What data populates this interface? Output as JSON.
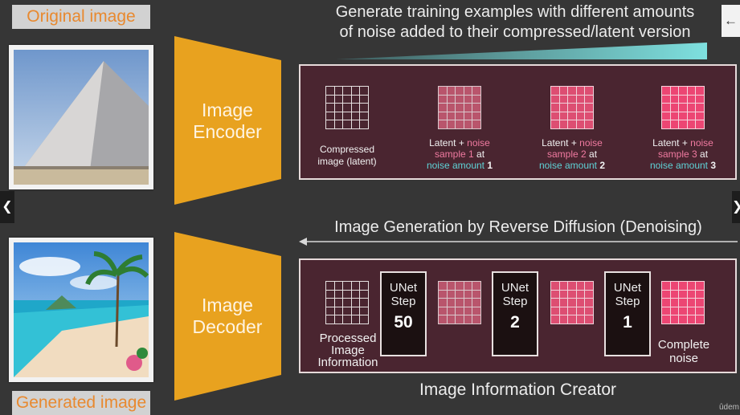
{
  "labels": {
    "original": "Original image",
    "generated": "Generated image"
  },
  "encoder": {
    "line1": "Image",
    "line2": "Encoder"
  },
  "decoder": {
    "line1": "Image",
    "line2": "Decoder"
  },
  "top_heading": {
    "line1": "Generate training examples with different amounts",
    "line2": "of noise added to their compressed/latent version"
  },
  "latents": {
    "compressed": {
      "line1": "Compressed",
      "line2": "image (latent)"
    },
    "samples": [
      {
        "pre": "Latent + ",
        "noise": "noise",
        "mid": "sample ",
        "num": "1",
        "post": " at",
        "amount_label": "noise amount ",
        "amount": "1"
      },
      {
        "pre": "Latent + ",
        "noise": "noise",
        "mid": "sample ",
        "num": "2",
        "post": " at",
        "amount_label": "noise amount ",
        "amount": "2"
      },
      {
        "pre": "Latent + ",
        "noise": "noise",
        "mid": "sample ",
        "num": "3",
        "post": " at",
        "amount_label": "noise amount ",
        "amount": "3"
      }
    ]
  },
  "middle_heading": "Image Generation by Reverse Diffusion (Denoising)",
  "denoise": {
    "processed": {
      "line1": "Processed",
      "line2": "Image",
      "line3": "Information"
    },
    "unets": [
      {
        "line1": "UNet",
        "line2": "Step",
        "num": "50"
      },
      {
        "line1": "UNet",
        "line2": "Step",
        "num": "2"
      },
      {
        "line1": "UNet",
        "line2": "Step",
        "num": "1"
      }
    ],
    "complete": {
      "line1": "Complete",
      "line2": "noise"
    }
  },
  "bottom_heading": "Image Information Creator",
  "watermark": "ûdem",
  "icons": {
    "back": "back-arrow-icon",
    "prev": "chevron-left-icon",
    "next": "chevron-right-icon"
  },
  "colors": {
    "trapezoid": "#e8a21f",
    "panel": "#4a2530",
    "label_text": "#e8892f",
    "noise_pink": "#f07aa0",
    "noise_teal": "#5ed3d7"
  }
}
